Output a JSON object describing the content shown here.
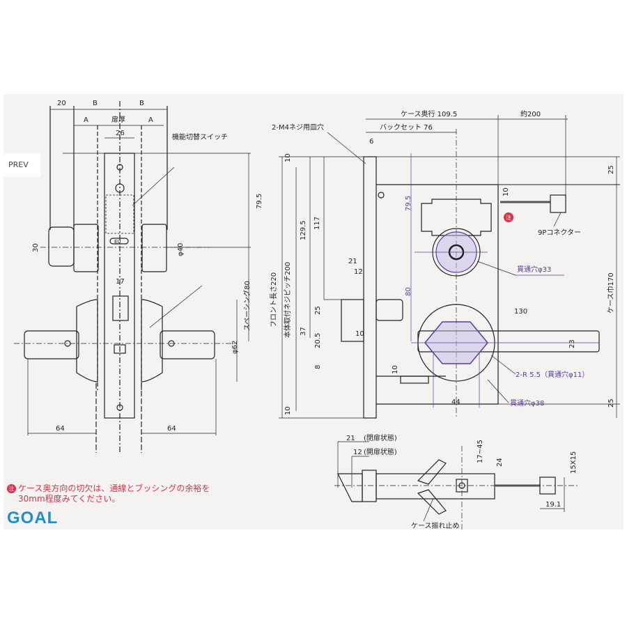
{
  "nav": {
    "prev_label": "PREV"
  },
  "colors": {
    "background": "#f5f3f1",
    "line": "#222222",
    "accent_purple": "#5a3c9c",
    "note_red": "#d3324a",
    "brand_blue": "#1e8fc7"
  },
  "left_view": {
    "dim_20": "20",
    "dim_b1": "B",
    "dim_b2": "B",
    "dim_a1": "A",
    "door_thickness": "扉厚",
    "dim_a2": "A",
    "dim_26": "26",
    "function_switch": "機能切替スイッチ",
    "dim_79_5": "79.5",
    "dim_30": "30",
    "dim_phi40": "φ40",
    "dim_17": "17",
    "spacing_80": "スペーシング80",
    "dim_phi62": "φ62",
    "dim_64_left": "64",
    "dim_64_right": "64",
    "plate_mark": "EU"
  },
  "right_view": {
    "screw_hole": "2-M4ネジ用皿穴",
    "case_depth": "ケース奥行 109.5",
    "approx_200": "約200",
    "backset": "バックセット 76",
    "dim_6": "6",
    "dim_10_top": "10",
    "dim_25_top": "25",
    "dim_10_wire": "10",
    "dim_79_5": "79.5",
    "dim_129_5": "129.5",
    "dim_117": "117",
    "front_length": "フロント長さ220",
    "screw_pitch": "本体取付ネジピッチ200",
    "connector": "9Pコネクター",
    "note_marker": "注",
    "hole_33": "貫通穴φ33",
    "dim_80": "80",
    "dim_21": "21",
    "dim_12": "12",
    "dim_25_mid": "25",
    "dim_37": "37",
    "dim_20_5": "20.5",
    "dim_10_latch": "10",
    "dim_8": "8",
    "dim_10_low": "10",
    "dim_130": "130",
    "dim_23": "23",
    "case_width": "ケース巾170",
    "r_holes": "2-R 5.5（貫通穴φ11）",
    "hole_38": "貫通穴φ38",
    "dim_44": "44",
    "dim_25_bottom": "25",
    "dim_10_bottom": "10"
  },
  "bottom_view": {
    "dim_21": "21",
    "closed_state": "(閉扉状態)",
    "dim_12": "12",
    "open_state": "(開扉状態)",
    "dim_17_45": "17~45",
    "dim_24": "24",
    "dim_15x15": "15X15",
    "dim_19_1": "19.1",
    "case_stabilizer": "ケース振れ止め"
  },
  "note": {
    "marker": "注",
    "line1": "ケース奥方向の切欠は、通線とブッシングの余裕を",
    "line2": "30mm程度みてください。"
  },
  "brand": {
    "logo": "GOAL"
  }
}
